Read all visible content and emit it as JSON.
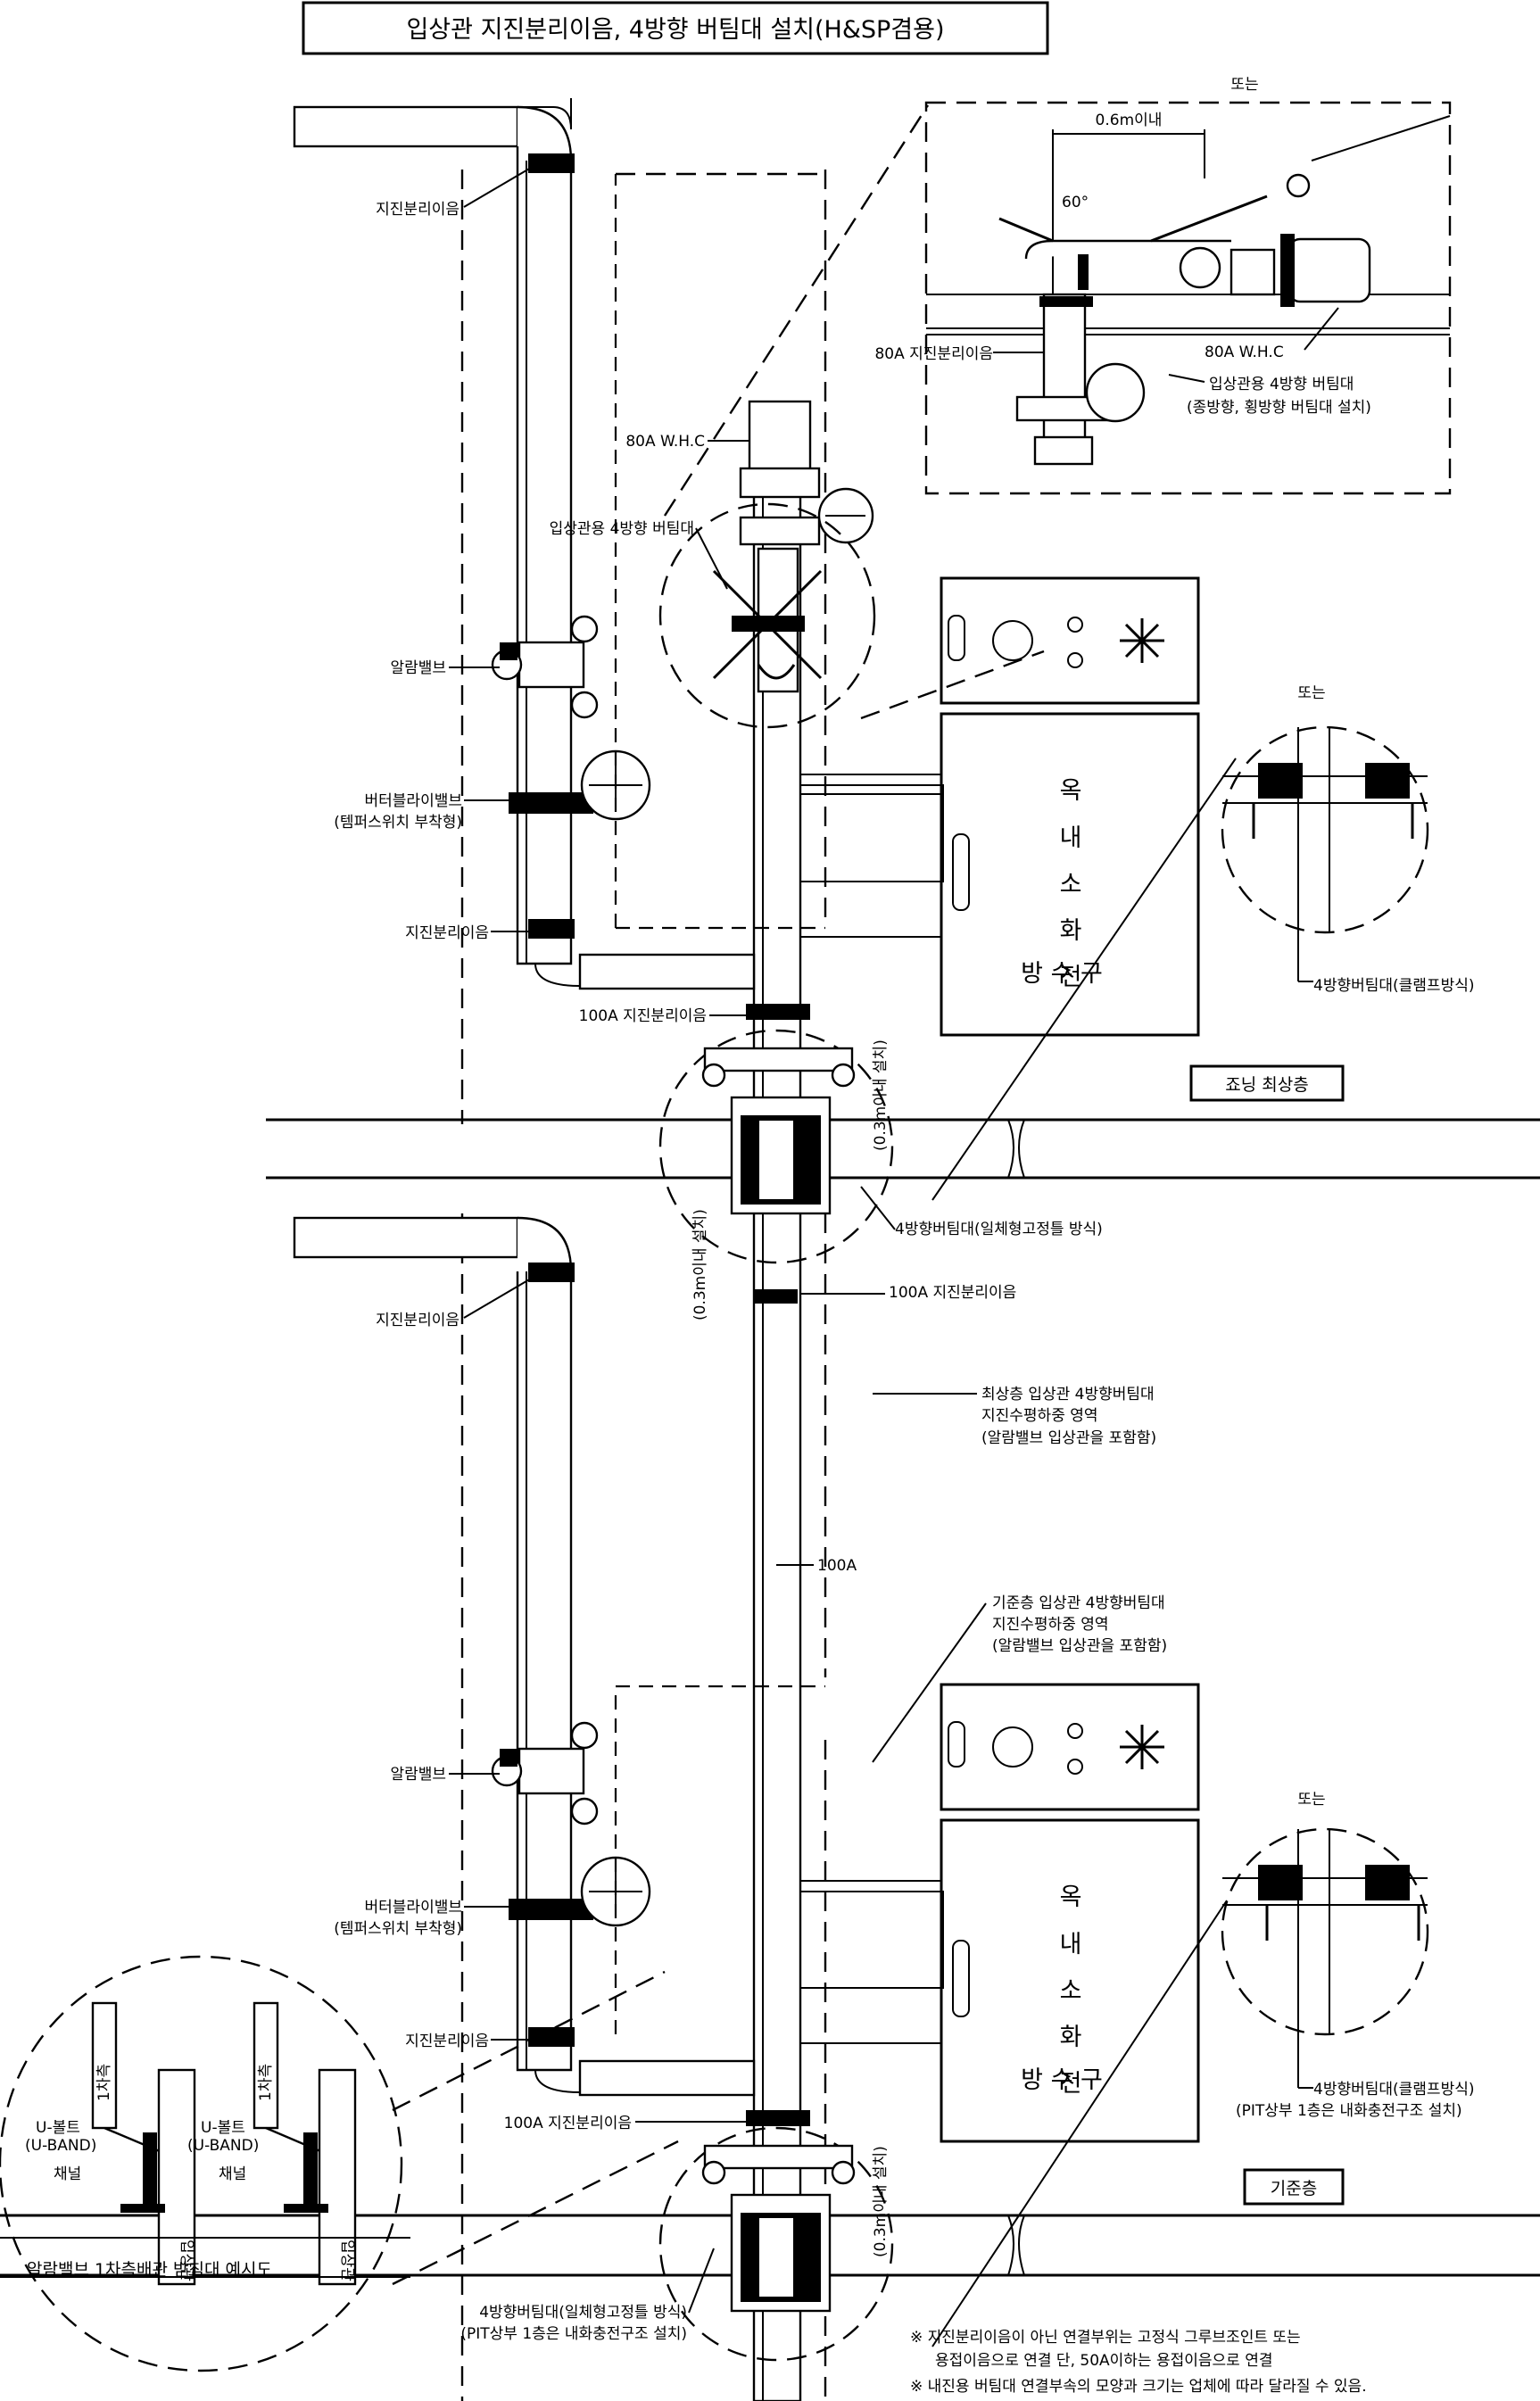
{
  "title": "입상관 지진분리이음, 4방향 버팀대 설치(H&SP겸용)",
  "detail_top": {
    "or_label": "또는",
    "dimension": "0.6m이내",
    "angle": "60°",
    "coupling_80a": "80A 지진분리이음",
    "whc_80a": "80A W.H.C",
    "brace_line1": "입상관용 4방향 버팀대",
    "brace_line2": "(종방향, 횡방향 버팀대 설치)"
  },
  "upper_floor": {
    "whc": "80A W.H.C",
    "riser_brace": "입상관용 4방향 버팀대",
    "coupling_top": "지진분리이음",
    "alarm_valve": "알람밸브",
    "butterfly_line1": "버터블라이밸브",
    "butterfly_line2": "(템퍼스위치 부착형)",
    "coupling_bottom": "지진분리이음",
    "coupling_100a": "100A 지진분리이음",
    "cabinet_letters": [
      "옥",
      "내",
      "소",
      "화",
      "전"
    ],
    "cabinet_bottom": "방 수 구",
    "zone_label": "죠닝 최상층",
    "dist_label": "(0.3m이내 설치)",
    "brace_integrated": "4방향버팀대(일체형고정틀 방식)",
    "coupling_100a_below": "100A 지진분리이음",
    "or_label": "또는",
    "clamp_brace": "4방향버팀대(클램프방식)"
  },
  "middle": {
    "top_zone_line1": "최상층 입상관 4방향버팀대",
    "top_zone_line2": "지진수평하중 영역",
    "top_zone_line3": "(알람밸브 입상관을 포함함)",
    "pipe_size": "100A",
    "std_zone_line1": "기준층 입상관 4방향버팀대",
    "std_zone_line2": "지진수평하중 영역",
    "std_zone_line3": "(알람밸브 입상관을 포함함)"
  },
  "lower_floor": {
    "coupling_top": "지진분리이음",
    "alarm_valve": "알람밸브",
    "butterfly_line1": "버터블라이밸브",
    "butterfly_line2": "(템퍼스위치 부착형)",
    "coupling_bottom": "지진분리이음",
    "coupling_100a": "100A 지진분리이음",
    "cabinet_letters": [
      "옥",
      "내",
      "소",
      "화",
      "전"
    ],
    "cabinet_bottom": "방 수 구",
    "zone_label": "기준층",
    "dist_label": "(0.3m이내 설치)",
    "or_label": "또는",
    "clamp_brace_line1": "4방향버팀대(클램프방식)",
    "clamp_brace_line2": "(PIT상부 1층은 내화충전구조 설치)",
    "brace_integrated_line1": "4방향버팀대(일체형고정틀 방식)",
    "brace_integrated_line2": "(PIT상부 1층은 내화충전구조 설치)"
  },
  "support_detail": {
    "title": "알람밸브 1차측배관 받침대 예시도",
    "primary_pipe": "1차측",
    "u_bolt_line1": "U-볼트",
    "u_bolt_line2": "(U-BAND)",
    "channel": "채널",
    "riser": "입상관"
  },
  "notes": [
    "※ 지진분리이음이 아닌 연결부위는 고정식 그루브조인트 또는",
    "용접이음으로 연결 단, 50A이하는 용접이음으로 연결",
    "※ 내진용 버팀대 연결부속의 모양과 크기는 업체에 따라 달라질 수 있음."
  ]
}
